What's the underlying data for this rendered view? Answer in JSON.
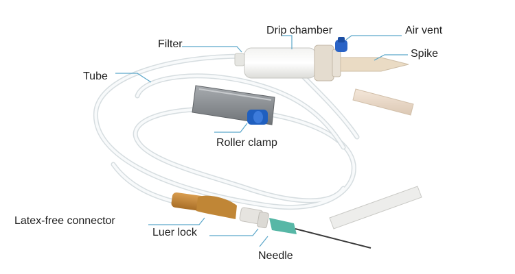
{
  "labels": {
    "drip_chamber": "Drip chamber",
    "air_vent": "Air vent",
    "filter": "Filter",
    "spike": "Spike",
    "tube": "Tube",
    "roller_clamp": "Roller clamp",
    "latex_free_connector": "Latex-free connector",
    "luer_lock": "Luer lock",
    "needle": "Needle"
  },
  "colors": {
    "leader_line": "#5aa6c9",
    "tube": "#e9eef0",
    "clamp_body": "#8e9296",
    "roller": "#1f5fbf",
    "air_vent_cap": "#2a63c6",
    "connector": "#c08636",
    "needle_hub": "#57b7a6",
    "spike": "#eadbc4"
  }
}
